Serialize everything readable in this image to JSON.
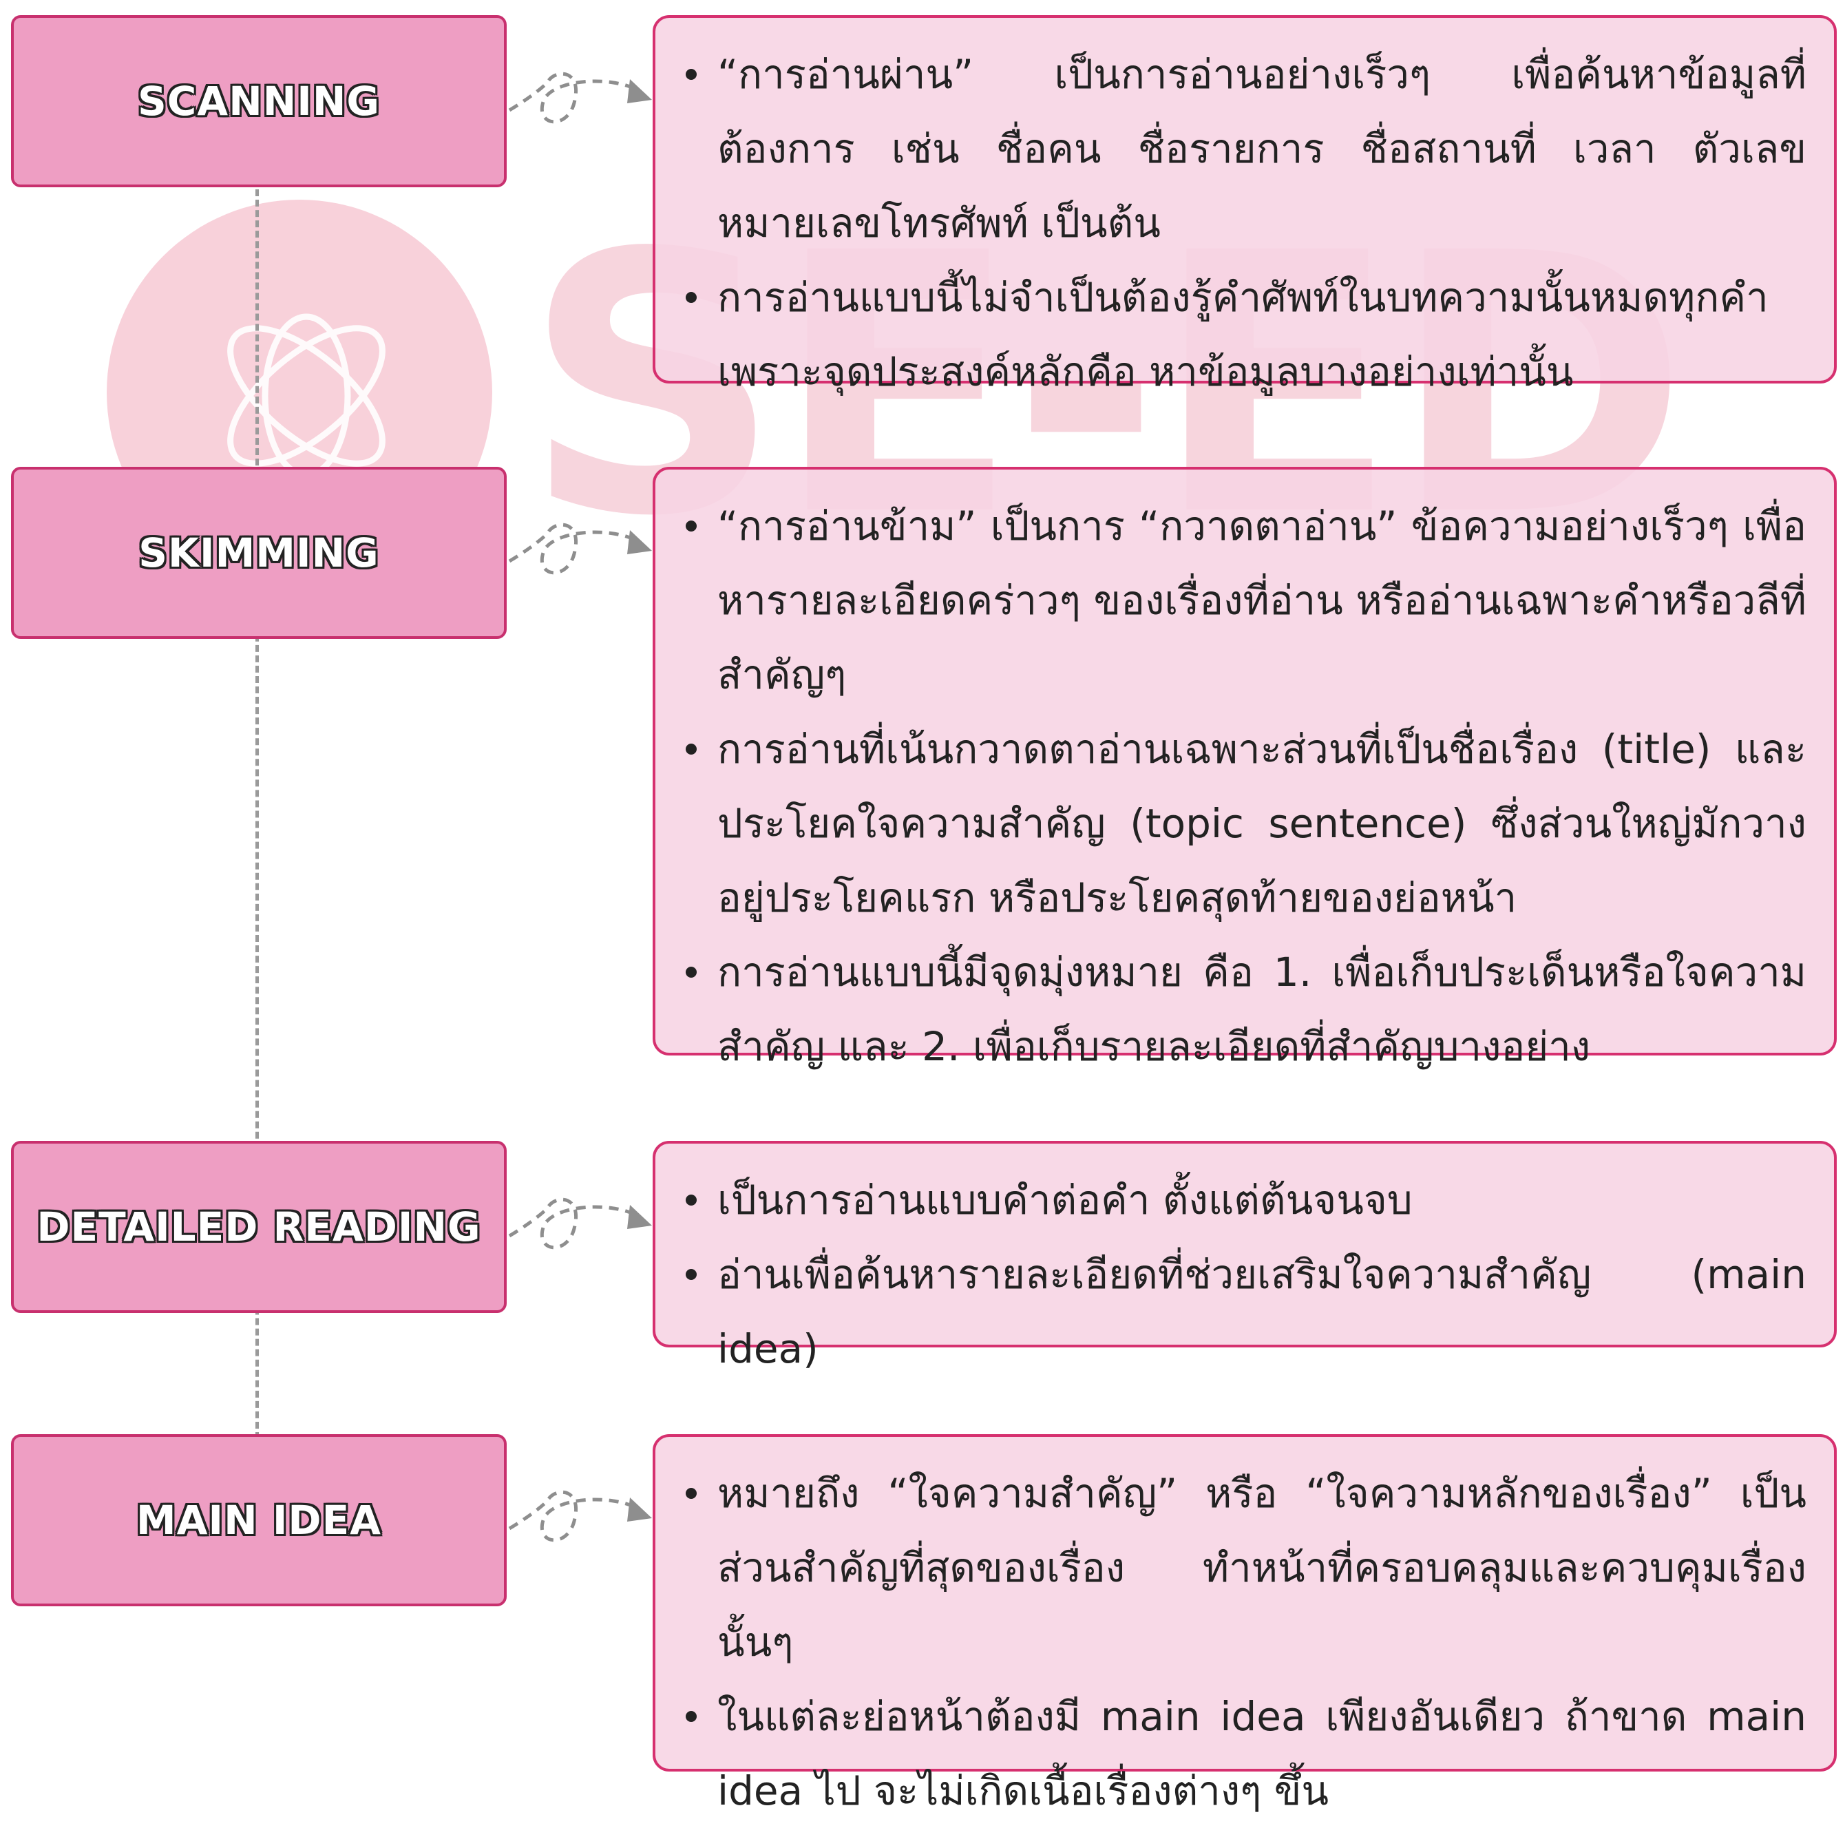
{
  "watermark": {
    "text": "SE-ED"
  },
  "rows": [
    {
      "label": "SCANNING",
      "bullets": [
        "“การอ่านผ่าน” เป็นการอ่านอย่างเร็วๆ เพื่อค้นหาข้อมูลที่ต้องการ เช่น ชื่อคน ชื่อรายการ ชื่อสถานที่ เวลา ตัวเลข หมายเลขโทรศัพท์ เป็นต้น",
        "การอ่านแบบนี้ไม่จำเป็นต้องรู้คำศัพท์ในบทความนั้นหมดทุกคำ เพราะจุดประสงค์หลักคือ หาข้อมูลบางอย่างเท่านั้น"
      ]
    },
    {
      "label": "SKIMMING",
      "bullets": [
        "“การอ่านข้าม” เป็นการ “กวาดตาอ่าน” ข้อความอย่างเร็วๆ เพื่อหารายละเอียดคร่าวๆ ของเรื่องที่อ่าน หรืออ่านเฉพาะคำหรือวลีที่สำคัญๆ",
        "การอ่านที่เน้นกวาดตาอ่านเฉพาะส่วนที่เป็นชื่อเรื่อง (title) และประโยคใจความสำคัญ (topic sentence) ซึ่งส่วนใหญ่มักวางอยู่ประโยคแรก หรือประโยคสุดท้ายของย่อหน้า",
        "การอ่านแบบนี้มีจุดมุ่งหมาย คือ 1. เพื่อเก็บประเด็นหรือใจความสำคัญ และ 2. เพื่อเก็บรายละเอียดที่สำคัญบางอย่าง"
      ]
    },
    {
      "label": "DETAILED READING",
      "bullets": [
        "เป็นการอ่านแบบคำต่อคำ ตั้งแต่ต้นจนจบ",
        "อ่านเพื่อค้นหารายละเอียดที่ช่วยเสริมใจความสำคัญ (main idea)"
      ]
    },
    {
      "label": "MAIN IDEA",
      "bullets": [
        "หมายถึง “ใจความสำคัญ” หรือ “ใจความหลักของเรื่อง” เป็นส่วนสำคัญที่สุดของเรื่อง ทำหน้าที่ครอบคลุมและควบคุมเรื่องนั้นๆ",
        "ในแต่ละย่อหน้าต้องมี main idea เพียงอันเดียว ถ้าขาด main idea ไป จะไม่เกิดเนื้อเรื่องต่างๆ ขึ้น"
      ]
    }
  ]
}
